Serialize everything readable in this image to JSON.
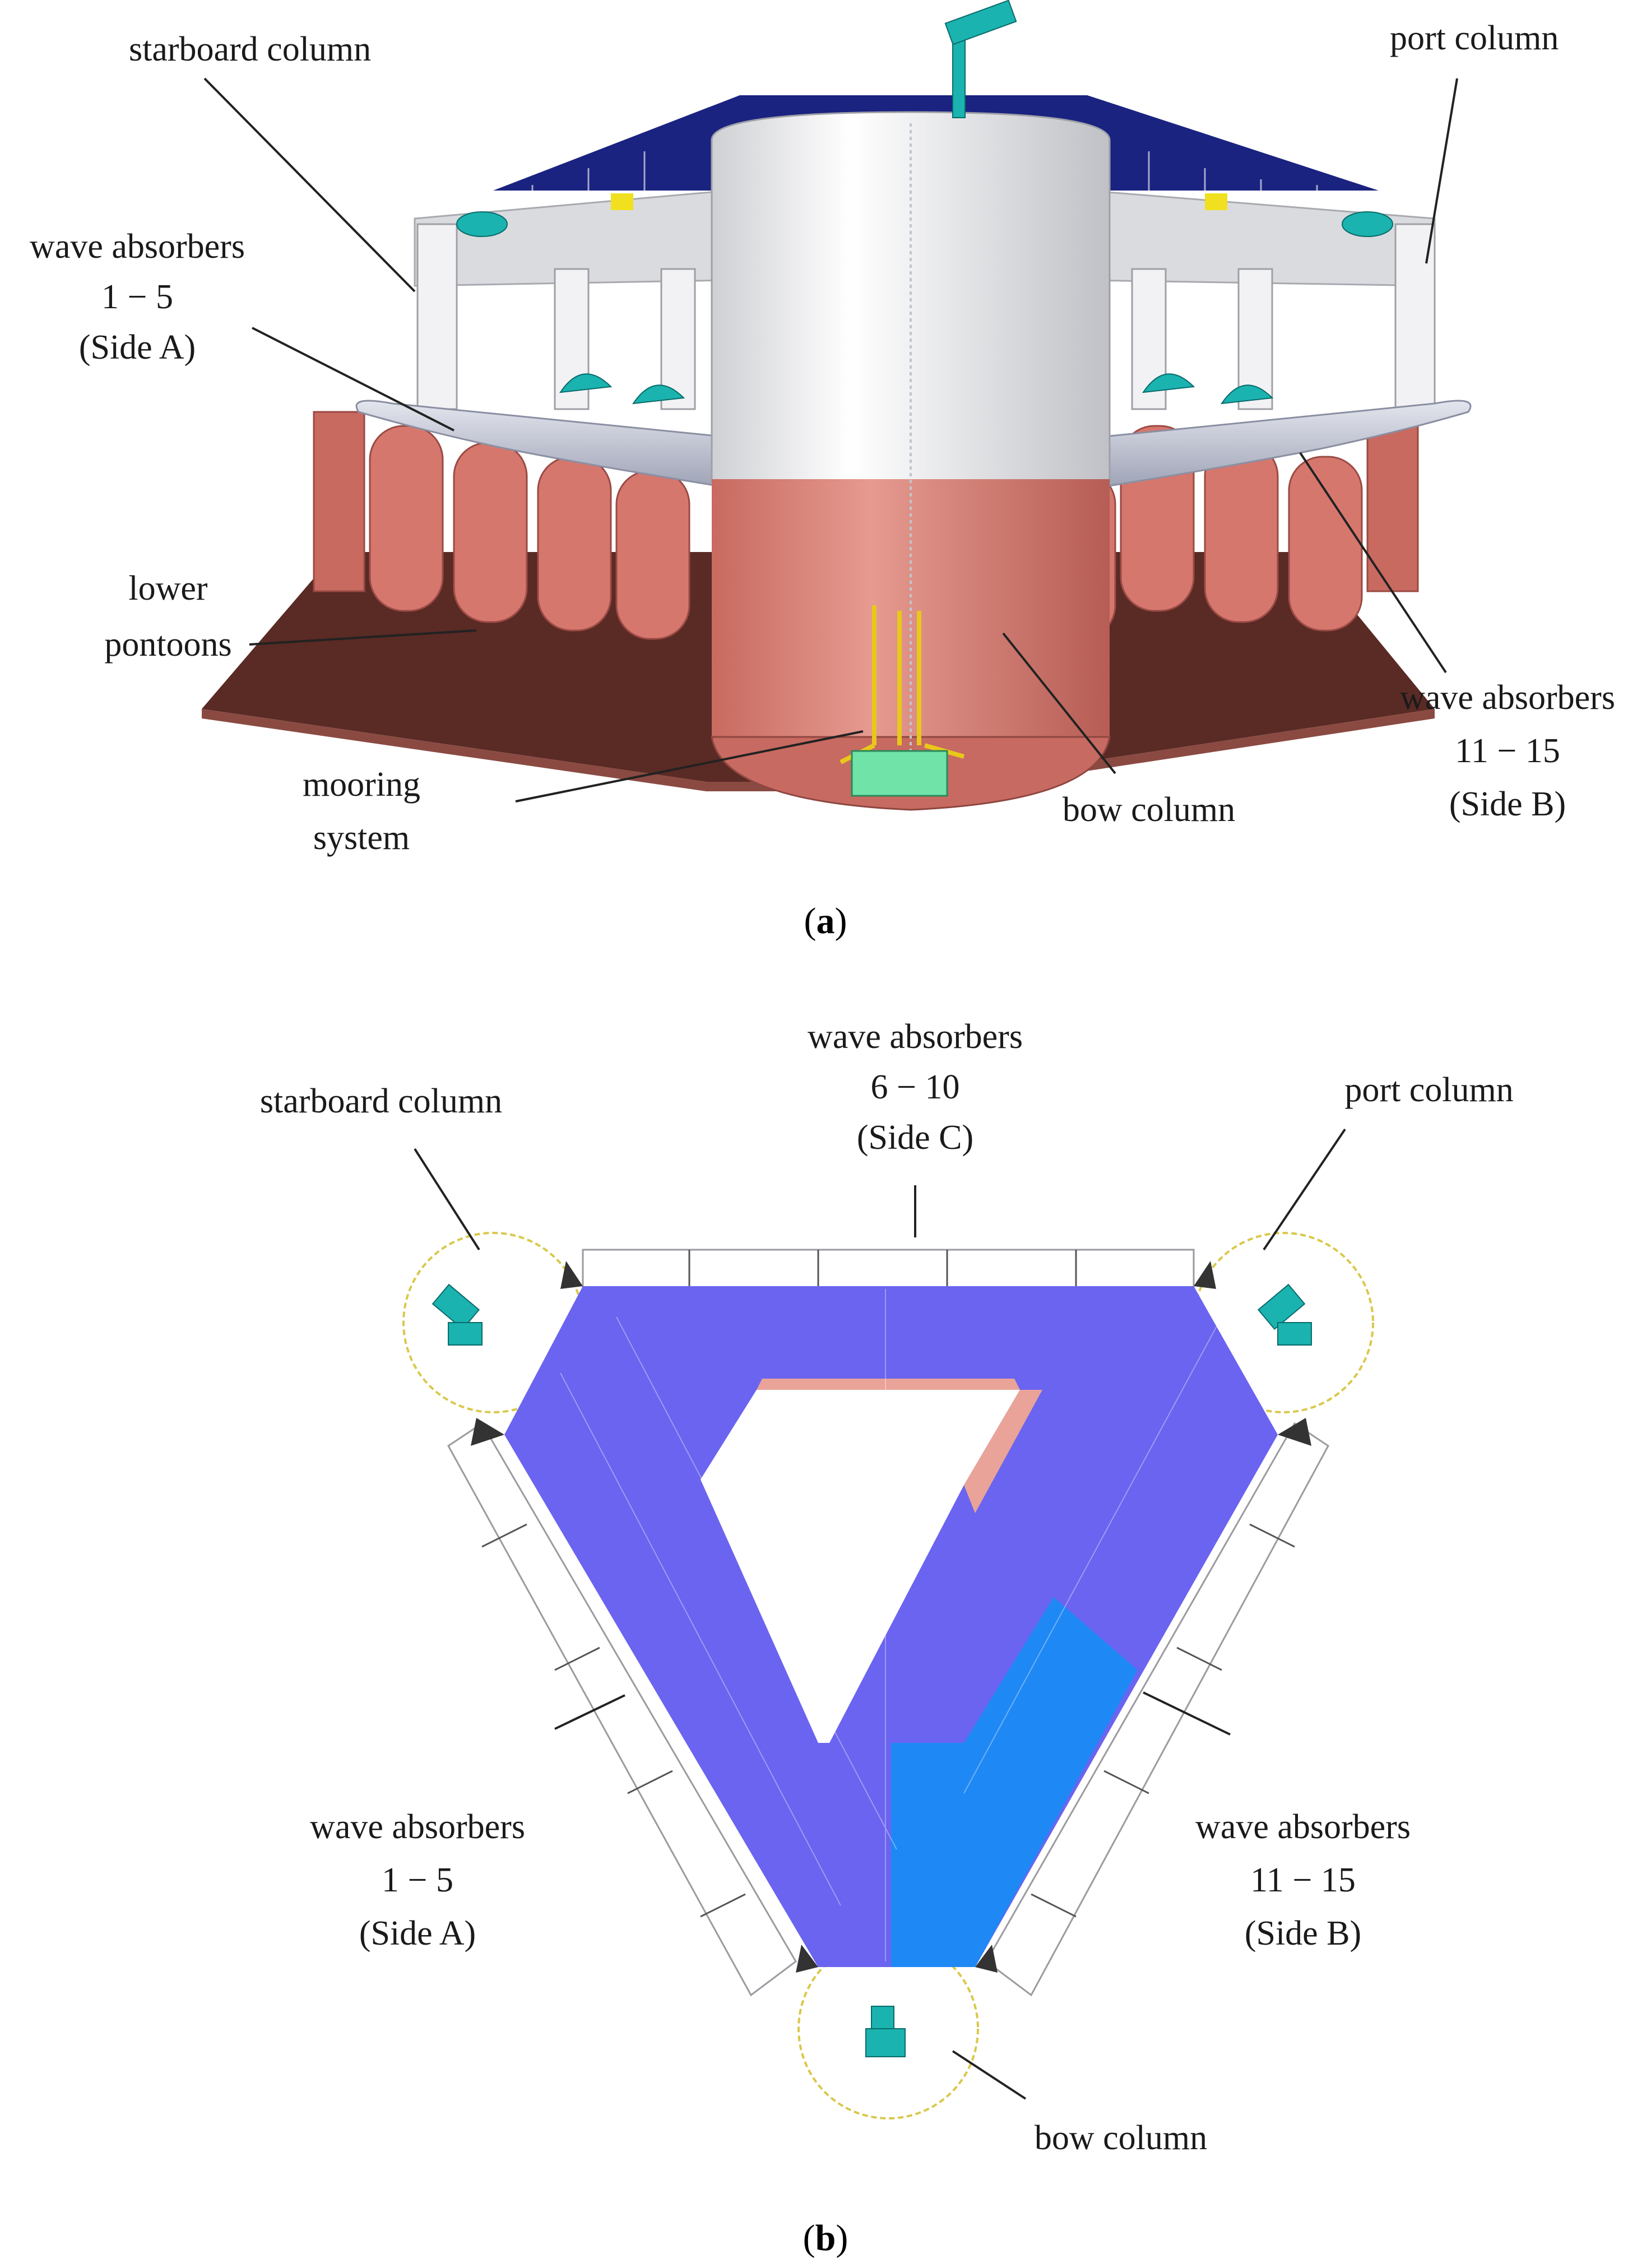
{
  "panel_a": {
    "caption_open": "(",
    "caption_letter": "a",
    "caption_close": ")",
    "labels": {
      "starboard_column": "starboard column",
      "port_column": "port column",
      "wave_absorbers_a_l1": "wave absorbers",
      "wave_absorbers_a_l2": "1 − 5",
      "wave_absorbers_a_l3": "(Side A)",
      "lower_pontoons_l1": "lower",
      "lower_pontoons_l2": "pontoons",
      "mooring_system_l1": "mooring",
      "mooring_system_l2": "system",
      "bow_column": "bow column",
      "wave_absorbers_b_l1": "wave absorbers",
      "wave_absorbers_b_l2": "11 − 15",
      "wave_absorbers_b_l3": "(Side B)"
    }
  },
  "panel_b": {
    "caption_open": "(",
    "caption_letter": "b",
    "caption_close": ")",
    "labels": {
      "wave_absorbers_c_l1": "wave absorbers",
      "wave_absorbers_c_l2": "6 − 10",
      "wave_absorbers_c_l3": "(Side C)",
      "starboard_column": "starboard column",
      "port_column": "port column",
      "wave_absorbers_a_l1": "wave absorbers",
      "wave_absorbers_a_l2": "1 − 5",
      "wave_absorbers_a_l3": "(Side A)",
      "wave_absorbers_b_l1": "wave absorbers",
      "wave_absorbers_b_l2": "11 − 15",
      "wave_absorbers_b_l3": "(Side B)",
      "bow_column": "bow column"
    }
  },
  "colors": {
    "deck_blue": "#6a64f0",
    "deck_light_blue": "#1e88f5",
    "hull_salmon": "#d9837a",
    "pontoon_brown": "#5a2a25",
    "equipment_teal": "#1ab3b0",
    "absorber_grey": "#c8ccd8"
  }
}
